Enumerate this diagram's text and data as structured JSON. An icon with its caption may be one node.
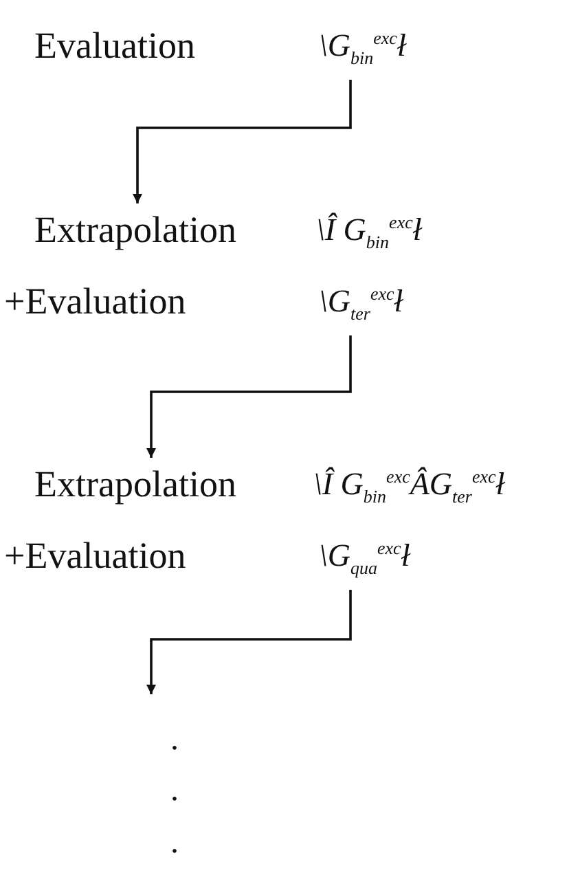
{
  "diagram": {
    "nodes": [
      {
        "text": [
          "Evaluation",
          "\\G$_{bin}$$^{exc}$ł"
        ]
      },
      {
        "text": [
          "Extrapolation",
          "\\Î G$_{bin}$$^{exc}$ł"
        ]
      },
      {
        "text": [
          "+Evaluation",
          "\\G$_{ter}$$^{exc}$ł"
        ]
      },
      {
        "text": [
          "Extrapolation",
          "\\Î G$_{bin}$$^{exc}$ÂG$_{ter}$$^{exc}$ł"
        ]
      },
      {
        "text": [
          "+Evaluation",
          "\\G$_{qua}$$^{exc}$ł"
        ]
      }
    ],
    "edges": [
      {
        "from": 0,
        "to": 1,
        "arrow": "to"
      },
      {
        "from": 2,
        "to": 3,
        "arrow": "to"
      },
      {
        "from": 4,
        "to": null,
        "arrow": "to"
      }
    ],
    "labels": [
      ".",
      ".",
      "."
    ]
  }
}
